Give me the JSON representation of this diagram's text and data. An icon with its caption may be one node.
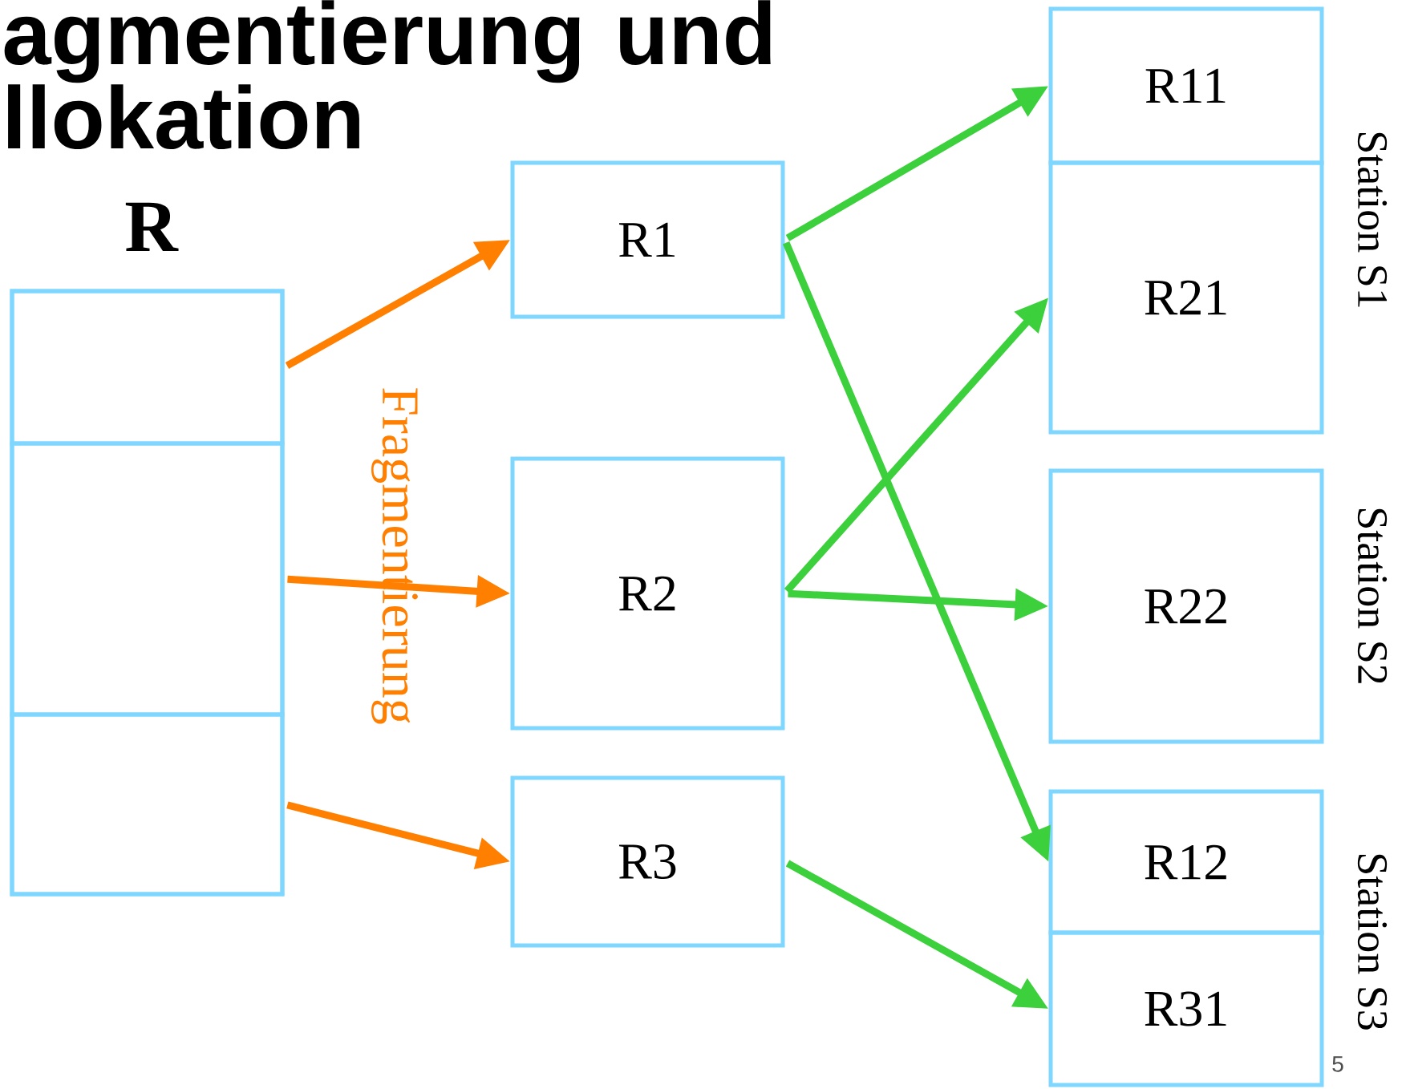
{
  "diagram": {
    "title": "agmentierung und llokation",
    "nodes": [
      {
        "text": [
          "R"
        ]
      },
      {
        "text": [],
        "shape": "box",
        "in": 0
      },
      {
        "text": [],
        "shape": "box",
        "in": 0
      },
      {
        "text": [],
        "shape": "box",
        "in": 0
      },
      {
        "text": [
          "R1"
        ]
      },
      {
        "text": [
          "R2"
        ]
      },
      {
        "text": [
          "R3"
        ]
      },
      {
        "text": [
          "R11"
        ]
      },
      {
        "text": [
          "R21"
        ]
      },
      {
        "text": [
          "R22"
        ]
      },
      {
        "text": [
          "R12"
        ]
      },
      {
        "text": [
          "R31"
        ]
      }
    ],
    "edges": [
      {
        "from": 1,
        "to": 4,
        "arrow": "to",
        "color": "#ff7f00"
      },
      {
        "from": 2,
        "to": 5,
        "arrow": "to",
        "color": "#ff7f00"
      },
      {
        "from": 3,
        "to": 6,
        "arrow": "to",
        "color": "#ff7f00"
      },
      {
        "from": 4,
        "to": 7,
        "arrow": "to"
      },
      {
        "from": 4,
        "to": 10,
        "arrow": "to"
      },
      {
        "from": 5,
        "to": 8,
        "arrow": "to"
      },
      {
        "from": 5,
        "to": 9,
        "arrow": "to"
      },
      {
        "from": 6,
        "to": 11,
        "arrow": "to"
      }
    ],
    "labels": [
      "Station S1",
      "Fragmentierung",
      "Station S2",
      "Station S3",
      "5"
    ]
  }
}
